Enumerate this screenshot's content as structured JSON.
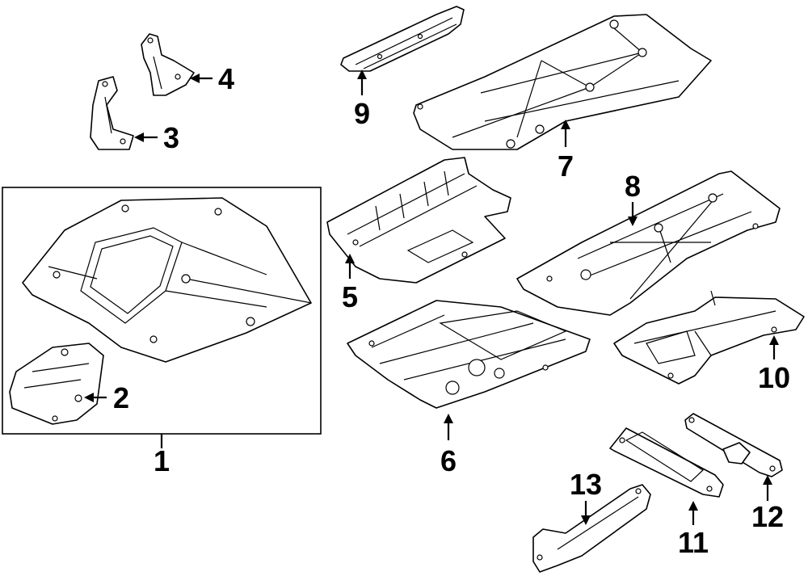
{
  "diagram": {
    "type": "exploded-parts-diagram",
    "callouts": {
      "c1": "1",
      "c2": "2",
      "c3": "3",
      "c4": "4",
      "c5": "5",
      "c6": "6",
      "c7": "7",
      "c8": "8",
      "c9": "9",
      "c10": "10",
      "c11": "11",
      "c12": "12",
      "c13": "13"
    },
    "colors": {
      "line": "#000000",
      "background": "#ffffff"
    }
  }
}
